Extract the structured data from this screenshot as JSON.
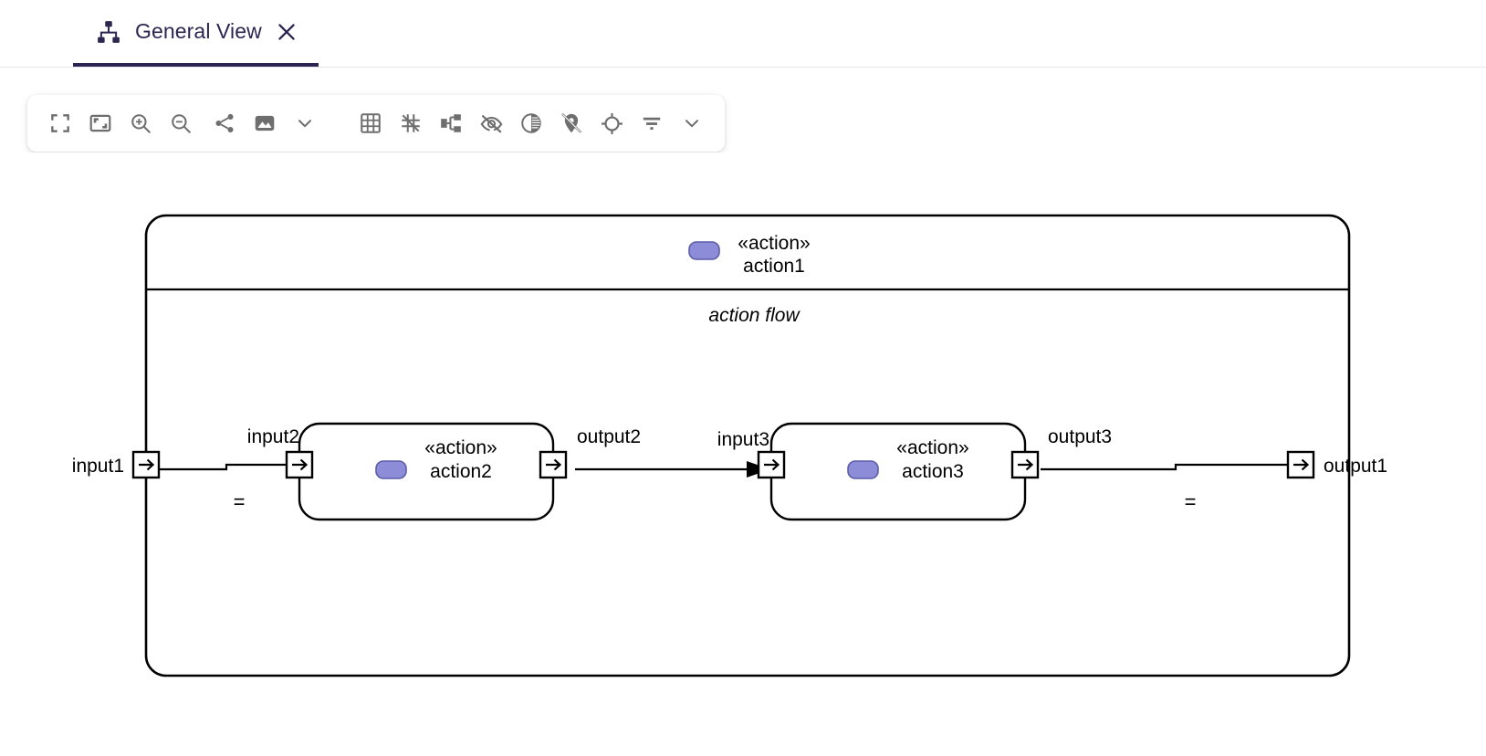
{
  "tab": {
    "label": "General View",
    "icon": "hierarchy-icon",
    "close_icon": "close-icon",
    "active_underline_color": "#2b2550",
    "label_color": "#2b2550"
  },
  "toolbar": {
    "icon_color": "#6e6e6e",
    "buttons": [
      {
        "name": "fit-screen-button",
        "icon": "fit-screen-icon",
        "title": "Fit to screen"
      },
      {
        "name": "fit-window-button",
        "icon": "fit-window-icon",
        "title": "Fit to window"
      },
      {
        "name": "zoom-in-button",
        "icon": "zoom-in-icon",
        "title": "Zoom in"
      },
      {
        "name": "zoom-out-button",
        "icon": "zoom-out-icon",
        "title": "Zoom out"
      },
      {
        "name": "share-button",
        "icon": "share-icon",
        "title": "Share"
      },
      {
        "name": "export-image-button",
        "icon": "image-icon",
        "title": "Export image"
      },
      {
        "name": "export-menu-button",
        "icon": "chevron-down-icon",
        "title": "Export options"
      },
      {
        "name": "grid-button",
        "icon": "grid-icon",
        "title": "Grid"
      },
      {
        "name": "snap-off-button",
        "icon": "snap-off-icon",
        "title": "Snap off"
      },
      {
        "name": "tree-layout-button",
        "icon": "tree-layout-icon",
        "title": "Layout"
      },
      {
        "name": "hide-button",
        "icon": "eye-off-icon",
        "title": "Hide elements"
      },
      {
        "name": "contrast-button",
        "icon": "contrast-icon",
        "title": "Contrast"
      },
      {
        "name": "pin-off-button",
        "icon": "pin-off-icon",
        "title": "Unpin"
      },
      {
        "name": "center-button",
        "icon": "target-icon",
        "title": "Center"
      },
      {
        "name": "filter-button",
        "icon": "filter-icon",
        "title": "Filter"
      },
      {
        "name": "more-button",
        "icon": "chevron-down-icon",
        "title": "More"
      }
    ]
  },
  "diagram": {
    "frame": {
      "stereotype": "«action»",
      "name": "action1",
      "compartment_label": "action flow",
      "badge_fill": "#8c8cd9",
      "badge_stroke": "#5c5ca8"
    },
    "nodes": [
      {
        "id": "action2",
        "stereotype": "«action»",
        "name": "action2",
        "badge_fill": "#8c8cd9",
        "badge_stroke": "#5c5ca8"
      },
      {
        "id": "action3",
        "stereotype": "«action»",
        "name": "action3",
        "badge_fill": "#8c8cd9",
        "badge_stroke": "#5c5ca8"
      }
    ],
    "ports": [
      {
        "id": "input1",
        "label": "input1"
      },
      {
        "id": "input2",
        "label": "input2"
      },
      {
        "id": "output2",
        "label": "output2"
      },
      {
        "id": "input3",
        "label": "input3"
      },
      {
        "id": "output3",
        "label": "output3"
      },
      {
        "id": "output1",
        "label": "output1"
      }
    ],
    "connectors": [
      {
        "from": "input1",
        "to": "input2",
        "label": "=",
        "arrow": false
      },
      {
        "from": "output2",
        "to": "input3",
        "label": "",
        "arrow": true
      },
      {
        "from": "output3",
        "to": "output1",
        "label": "=",
        "arrow": false
      }
    ],
    "line_color": "#000000"
  }
}
